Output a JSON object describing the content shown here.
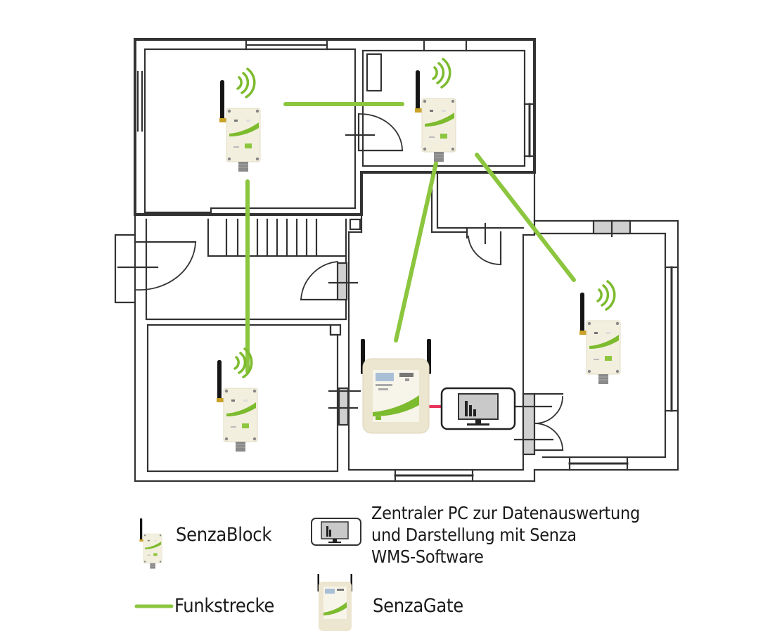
{
  "diagram": {
    "type": "floor-plan",
    "description": "Wireless sensor network layout in a house floor plan",
    "colors": {
      "radio_link": "#8cc63f",
      "wired_link": "#e8335a",
      "wall": "#333333",
      "window_fill": "#d0d0d0",
      "device_body": "#f3efdf",
      "gate_body": "#ece5cf",
      "device_accent": "#7dbb2e"
    },
    "devices": [
      {
        "id": "block-1",
        "type": "SenzaBlock",
        "room": "upper-left"
      },
      {
        "id": "block-2",
        "type": "SenzaBlock",
        "room": "upper-middle"
      },
      {
        "id": "block-3",
        "type": "SenzaBlock",
        "room": "lower-left"
      },
      {
        "id": "block-4",
        "type": "SenzaBlock",
        "room": "right"
      },
      {
        "id": "gate-1",
        "type": "SenzaGate",
        "room": "center"
      },
      {
        "id": "pc-1",
        "type": "Zentraler PC",
        "room": "center"
      }
    ],
    "links": [
      {
        "from": "block-1",
        "to": "block-2",
        "kind": "radio"
      },
      {
        "from": "block-1",
        "to": "block-3",
        "kind": "radio"
      },
      {
        "from": "block-2",
        "to": "gate-1",
        "kind": "radio"
      },
      {
        "from": "block-2",
        "to": "block-4",
        "kind": "radio"
      },
      {
        "from": "gate-1",
        "to": "pc-1",
        "kind": "wired"
      }
    ]
  },
  "legend": {
    "senzablock": "SenzaBlock",
    "pc_line1": "Zentraler PC zur Datenauswertung",
    "pc_line2": "und Darstellung mit Senza",
    "pc_line3": "WMS-Software",
    "funkstrecke": "Funkstrecke",
    "senzagate": "SenzaGate"
  },
  "icons": {
    "block": "sensor-device-icon",
    "gate": "gateway-device-icon",
    "pc": "monitor-chart-icon",
    "signal": "wifi-signal-icon"
  }
}
